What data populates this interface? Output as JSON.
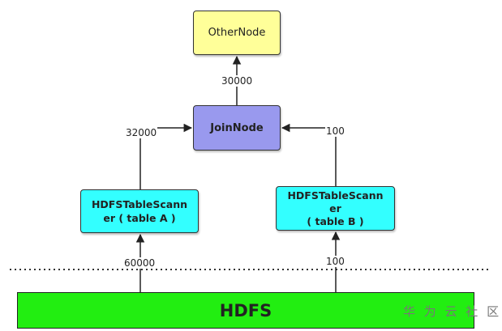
{
  "nodes": {
    "other_node": "OtherNode",
    "join_node": "JoinNode",
    "scan_a": {
      "line1": "HDFSTableScann",
      "line2": "er ( table A )"
    },
    "scan_b": {
      "line1": "HDFSTableScann",
      "line2": "er",
      "line3": "( table B )"
    },
    "hdfs": "HDFS"
  },
  "edge_labels": {
    "join_to_other": "30000",
    "scan_a_to_join": "32000",
    "scan_b_to_join": "100",
    "hdfs_to_scan_a": "60000",
    "hdfs_to_scan_b": "100"
  },
  "watermark": "华 为 云 社 区",
  "colors": {
    "other_node": "#ffff99",
    "join_node": "#9999ee",
    "scanner": "#33ffff",
    "hdfs": "#22ee11"
  }
}
